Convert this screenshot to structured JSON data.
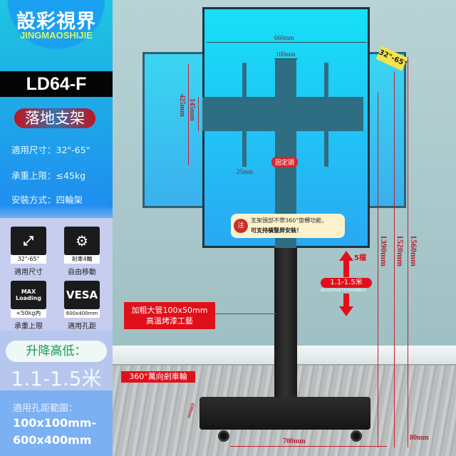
{
  "brand": {
    "name_cn": "設彩視界",
    "name_en": "JINGMAOSHIJIE"
  },
  "model": "LD64-F",
  "category": "落地支架",
  "specs": [
    {
      "text": "適用尺寸：32\"-65\""
    },
    {
      "text": "承重上限：≤45kg"
    },
    {
      "text": "安裝方式：四輪架"
    }
  ],
  "features": [
    {
      "icon": "screen-diagonal-icon",
      "badge": "32\"-65\"",
      "caption": "適用尺寸"
    },
    {
      "icon": "brake-wheel-icon",
      "badge": "剎車4輪",
      "caption": "自由移動"
    },
    {
      "icon": "max-loading-weight-icon",
      "icon_text": "MAX Loading",
      "badge": "<50kg內",
      "caption": "承重上限"
    },
    {
      "icon": "vesa-plate-icon",
      "icon_text": "VESA",
      "badge": "600x400mm",
      "caption": "適用孔距"
    }
  ],
  "height_label": "升降高低：",
  "height_value": "1.1-1.5米",
  "vesa_label": "適用孔距範圍：",
  "vesa_range_1": "100x100mm-",
  "vesa_range_2": "600x400mm",
  "dimensions": {
    "width": "660mm",
    "center": "100mm",
    "h145": "145mm",
    "h425": "425mm",
    "d25": "25mm",
    "base_width": "700mm",
    "base_depth": "430mm",
    "clearance": "80mm",
    "h1390": "1390mm",
    "h1520": "1520mm",
    "h1560": "1560mm",
    "size_badge": "32\"-65\""
  },
  "fixed_head": "固定頭",
  "notice": {
    "icon": "notice-icon",
    "icon_text": "注",
    "line1": "支架頭部不帶360°旋轉功能，",
    "line2": "可支持橫豎屏安裝！"
  },
  "lift": {
    "steps": "5檔",
    "range": "1.1-1.5米",
    "sub": "BELOXTRACTSTRAHIBELO"
  },
  "callouts": {
    "pole": "加粗大管100x50mm",
    "pole2": "高溫烤漆工藝",
    "wheels": "360°萬向剎車輪"
  },
  "colors": {
    "accent_red": "#e0101a",
    "cyan": "#16e0f6",
    "panel_blue": "#1f8ef0"
  }
}
